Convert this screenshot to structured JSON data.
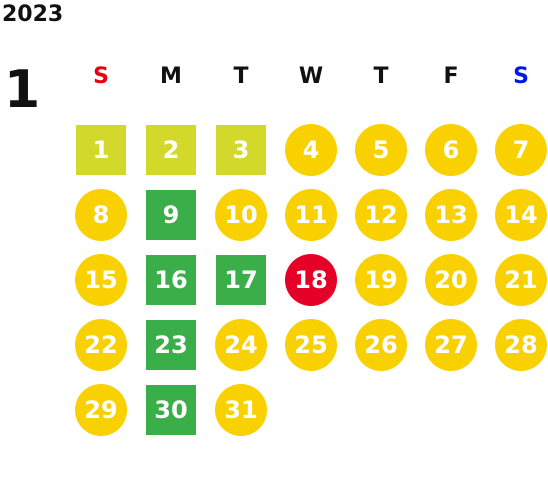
{
  "calendar": {
    "year": "2023",
    "month": "1",
    "weekdays": [
      {
        "label": "S",
        "color": "#e60012"
      },
      {
        "label": "M",
        "color": "#111111"
      },
      {
        "label": "T",
        "color": "#111111"
      },
      {
        "label": "W",
        "color": "#111111"
      },
      {
        "label": "T",
        "color": "#111111"
      },
      {
        "label": "F",
        "color": "#111111"
      },
      {
        "label": "S",
        "color": "#0019e6"
      }
    ],
    "colors": {
      "yellow": "#f9d000",
      "lime": "#d3d92b",
      "green": "#3aae49",
      "red": "#e40026"
    },
    "days": [
      {
        "label": "1",
        "shape": "square",
        "color": "#d3d92b"
      },
      {
        "label": "2",
        "shape": "square",
        "color": "#d3d92b"
      },
      {
        "label": "3",
        "shape": "square",
        "color": "#d3d92b"
      },
      {
        "label": "4",
        "shape": "circle",
        "color": "#f9d000"
      },
      {
        "label": "5",
        "shape": "circle",
        "color": "#f9d000"
      },
      {
        "label": "6",
        "shape": "circle",
        "color": "#f9d000"
      },
      {
        "label": "7",
        "shape": "circle",
        "color": "#f9d000"
      },
      {
        "label": "8",
        "shape": "circle",
        "color": "#f9d000"
      },
      {
        "label": "9",
        "shape": "square",
        "color": "#3aae49"
      },
      {
        "label": "10",
        "shape": "circle",
        "color": "#f9d000"
      },
      {
        "label": "11",
        "shape": "circle",
        "color": "#f9d000"
      },
      {
        "label": "12",
        "shape": "circle",
        "color": "#f9d000"
      },
      {
        "label": "13",
        "shape": "circle",
        "color": "#f9d000"
      },
      {
        "label": "14",
        "shape": "circle",
        "color": "#f9d000"
      },
      {
        "label": "15",
        "shape": "circle",
        "color": "#f9d000"
      },
      {
        "label": "16",
        "shape": "square",
        "color": "#3aae49"
      },
      {
        "label": "17",
        "shape": "square",
        "color": "#3aae49"
      },
      {
        "label": "18",
        "shape": "circle",
        "color": "#e40026"
      },
      {
        "label": "19",
        "shape": "circle",
        "color": "#f9d000"
      },
      {
        "label": "20",
        "shape": "circle",
        "color": "#f9d000"
      },
      {
        "label": "21",
        "shape": "circle",
        "color": "#f9d000"
      },
      {
        "label": "22",
        "shape": "circle",
        "color": "#f9d000"
      },
      {
        "label": "23",
        "shape": "square",
        "color": "#3aae49"
      },
      {
        "label": "24",
        "shape": "circle",
        "color": "#f9d000"
      },
      {
        "label": "25",
        "shape": "circle",
        "color": "#f9d000"
      },
      {
        "label": "26",
        "shape": "circle",
        "color": "#f9d000"
      },
      {
        "label": "27",
        "shape": "circle",
        "color": "#f9d000"
      },
      {
        "label": "28",
        "shape": "circle",
        "color": "#f9d000"
      },
      {
        "label": "29",
        "shape": "circle",
        "color": "#f9d000"
      },
      {
        "label": "30",
        "shape": "square",
        "color": "#3aae49"
      },
      {
        "label": "31",
        "shape": "circle",
        "color": "#f9d000"
      }
    ]
  }
}
